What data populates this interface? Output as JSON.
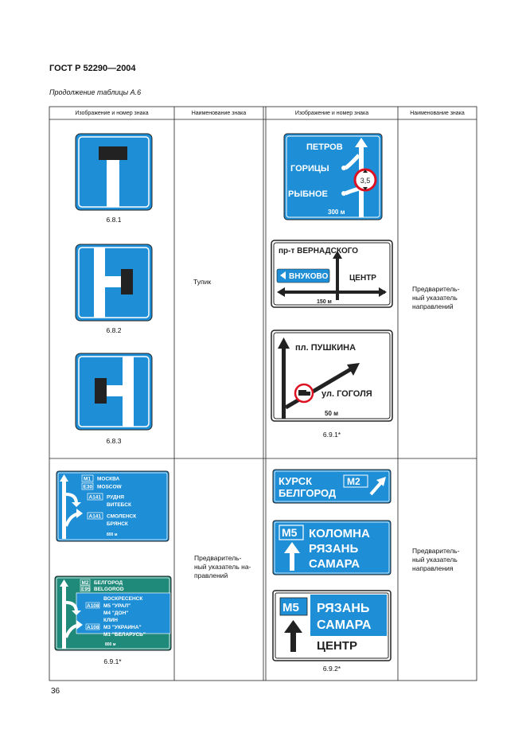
{
  "header": {
    "standard": "ГОСТ Р 52290—2004"
  },
  "caption": "Продолжение таблицы А.6",
  "columns": [
    "Изображение и номер знака",
    "Наименование знака",
    "Изображение и номер знака",
    "Наименование знака"
  ],
  "rows": [
    {
      "left_signs": [
        "6.8.1",
        "6.8.2",
        "6.8.3"
      ],
      "left_name": "Тупик",
      "right_caption": "6.9.1*",
      "right_name": "Предваритель-\nный указатель\nнаправлений",
      "sign_petrov": {
        "top": "ПЕТРОВ",
        "mid": "ГОРИЦЫ",
        "bottom": "РЫБНОЕ",
        "limit": "3,5",
        "dist": "300 м"
      },
      "sign_vernadsky": {
        "top": "пр-т ВЕРНАДСКОГО",
        "left": "ВНУКОВО",
        "right": "ЦЕНТР",
        "dist": "150 м"
      },
      "sign_pushkina": {
        "top": "пл. ПУШКИНА",
        "right": "ул. ГОГОЛЯ",
        "dist": "50 м"
      }
    },
    {
      "left_caption": "6.9.1*",
      "left_name": "Предваритель-\nный указатель на-\nправлений",
      "right_caption": "6.9.2*",
      "right_name": "Предваритель-\nный указатель\nнаправления",
      "sign_moskva": {
        "r1_badge": "М1",
        "r1_text": "МОСКВА",
        "r2_badge": "Е30",
        "r2_text": "MOSCOW",
        "r3_badge": "А141",
        "r3_text1": "РУДНЯ",
        "r3_text2": "ВИТЕБСК",
        "r4_badge": "А141",
        "r4_text1": "СМОЛЕНСК",
        "r4_text2": "БРЯНСК",
        "dist": "800 м"
      },
      "sign_belgorod_green": {
        "r1_badge": "М2",
        "r1_text": "БЕЛГОРОД",
        "r2_badge": "Е95",
        "r2_text": "BELGOROD",
        "r3_text": "ВОСКРЕСЕНСК",
        "r4_badge": "А108",
        "r4_text": "М5 \"УРАЛ\"",
        "r5_text": "М4 \"ДОН\"",
        "r6_text": "КЛИН",
        "r7_badge": "А108",
        "r7_text": "М3 \"УКРАИНА\"",
        "r8_text": "М1 \"БЕЛАРУСЬ\"",
        "dist": "800 м"
      },
      "sign_kursk": {
        "line1": "КУРСК",
        "line2": "БЕЛГОРОД",
        "badge": "М2"
      },
      "sign_kolomna": {
        "badge": "М5",
        "l1": "КОЛОМНА",
        "l2": "РЯЗАНЬ",
        "l3": "САМАРА"
      },
      "sign_ryazan": {
        "badge": "М5",
        "l1": "РЯЗАНЬ",
        "l2": "САМАРА",
        "l3": "ЦЕНТР"
      }
    }
  ],
  "page_number": "36",
  "colors": {
    "sign_blue": "#1e8fd6",
    "sign_green": "#1f8a7a",
    "black": "#111111"
  }
}
